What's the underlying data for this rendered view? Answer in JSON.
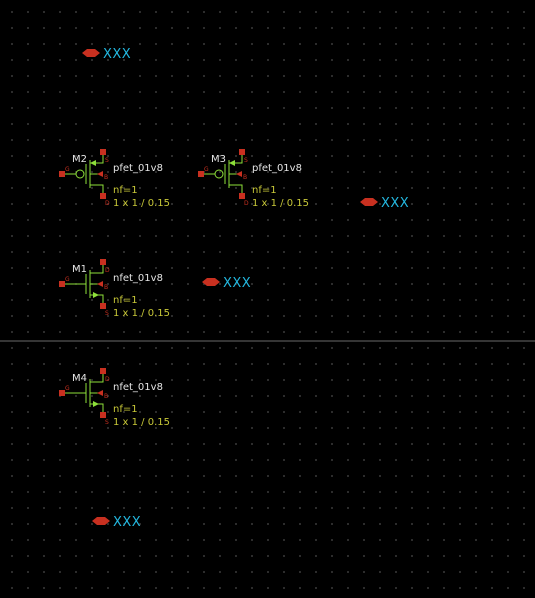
{
  "colors": {
    "background": "#000000",
    "wire": "#8ee03a",
    "pin": "#c83020",
    "net_label": "#23b8e0",
    "param": "#c8c838",
    "text": "#e6e6e6",
    "divider": "#6a6a6a"
  },
  "transistors": [
    {
      "id": "M2",
      "name": "M2",
      "cell": "pfet_01v8",
      "type": "pfet",
      "nf": "nf=1",
      "size": "1 x 1 / 0.15",
      "pins": {
        "g": "G",
        "d": "D",
        "s": "S",
        "b": "B"
      }
    },
    {
      "id": "M3",
      "name": "M3",
      "cell": "pfet_01v8",
      "type": "pfet",
      "nf": "nf=1",
      "size": "1 x 1 / 0.15",
      "pins": {
        "g": "G",
        "d": "D",
        "s": "S",
        "b": "B"
      }
    },
    {
      "id": "M1",
      "name": "M1",
      "cell": "nfet_01v8",
      "type": "nfet",
      "nf": "nf=1",
      "size": "1 x 1 / 0.15",
      "pins": {
        "g": "G",
        "d": "D",
        "s": "S",
        "b": "B"
      }
    },
    {
      "id": "M4",
      "name": "M4",
      "cell": "nfet_01v8",
      "type": "nfet",
      "nf": "nf=1",
      "size": "1 x 1 / 0.15",
      "pins": {
        "g": "G",
        "d": "D",
        "s": "S",
        "b": "B"
      }
    }
  ],
  "net_labels": [
    {
      "id": "n1",
      "text": "XXX"
    },
    {
      "id": "n2",
      "text": "XXX"
    },
    {
      "id": "n3",
      "text": "XXX"
    },
    {
      "id": "n4",
      "text": "XXX"
    }
  ]
}
